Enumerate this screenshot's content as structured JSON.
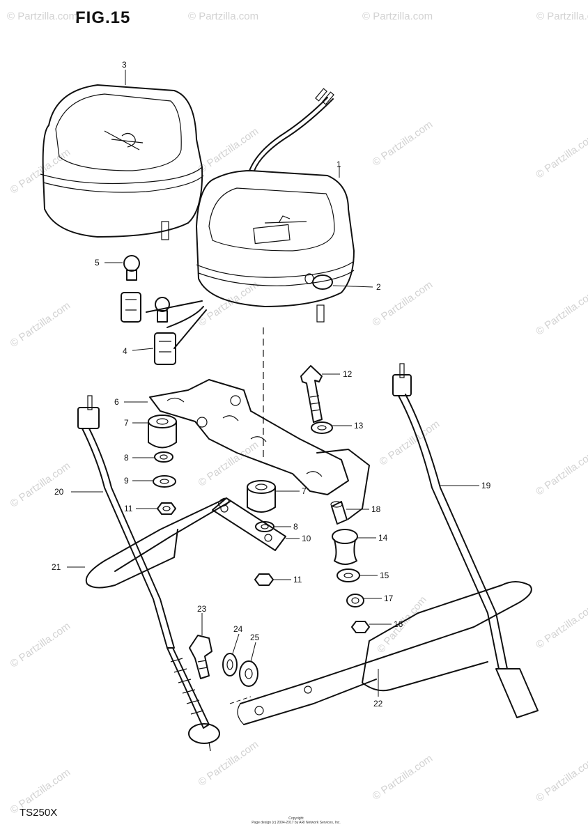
{
  "figure_title": "FIG.15",
  "model": "TS250X",
  "copyright": [
    "Copyright",
    "Page design (c) 2004-2017 by ARI Network Services, Inc."
  ],
  "watermark": "© Partzilla.com",
  "callouts": {
    "p1": "1",
    "p2": "2",
    "p3": "3",
    "p4": "4",
    "p5": "5",
    "p6": "6",
    "p7a": "7",
    "p7b": "7",
    "p8a": "8",
    "p8b": "8",
    "p9": "9",
    "p10": "10",
    "p11a": "11",
    "p11b": "11",
    "p12": "12",
    "p13": "13",
    "p14": "14",
    "p15": "15",
    "p16": "16",
    "p17": "17",
    "p18": "18",
    "p19": "19",
    "p20": "20",
    "p21": "21",
    "p22": "22",
    "p23": "23",
    "p24": "24",
    "p25": "25"
  }
}
